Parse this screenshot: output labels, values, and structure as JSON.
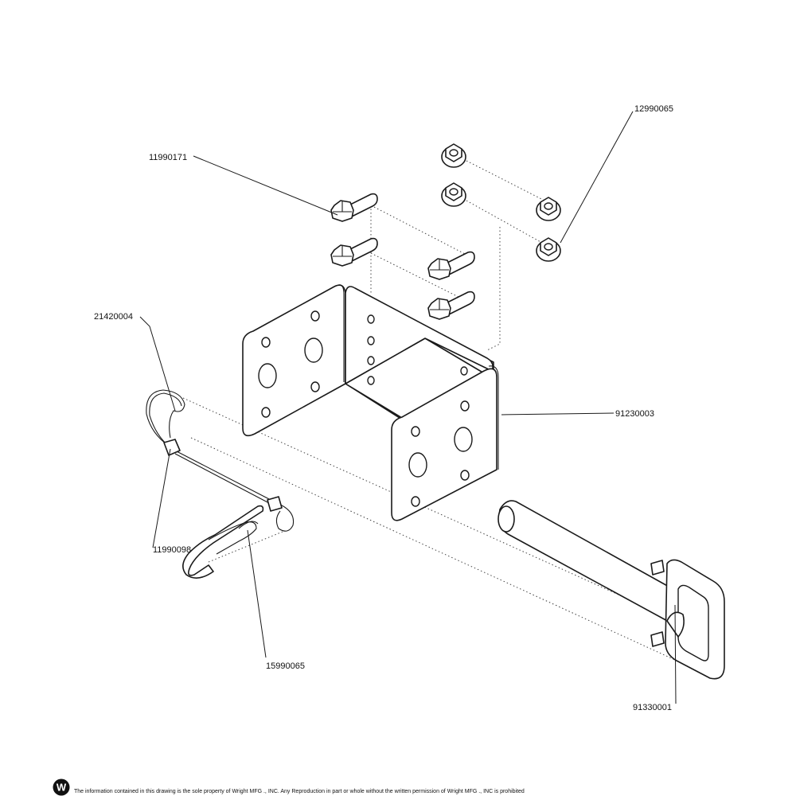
{
  "callouts": {
    "flange_nut": "12990065",
    "flange_bolt": "11990171",
    "lanyard_cable": "21420004",
    "bracket": "91230003",
    "cable_sleeve": "11990098",
    "hitch_pin_clip": "15990065",
    "hitch_pin": "91330001"
  },
  "footer": {
    "logo_letter": "W",
    "disclaimer": "The information contained in this drawing is the sole property of Wright MFG ., INC. Any Reproduction in part or whole without the written permission of Wright MFG ., INC is prohibited"
  },
  "colors": {
    "line": "#1a1a1a",
    "background": "#ffffff"
  }
}
